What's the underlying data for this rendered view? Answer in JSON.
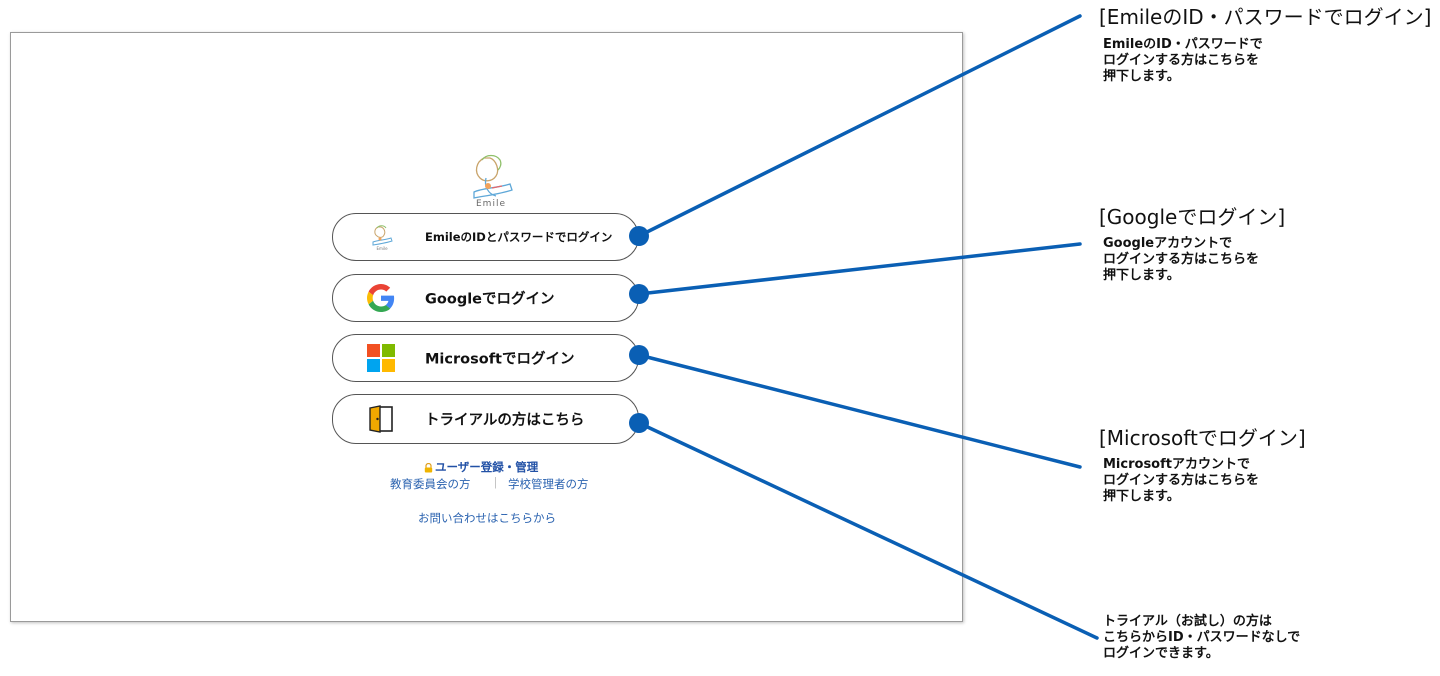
{
  "login_page": {
    "logo_text": "Emile",
    "buttons": {
      "emile_label": "EmileのIDとパスワードでログイン",
      "google_label": "Googleでログイン",
      "microsoft_label": "Microsoftでログイン",
      "trial_label": "トライアルの方はこちら"
    },
    "links": {
      "user_registration": "ユーザー登録・管理",
      "board_of_education": "教育委員会の方",
      "separator": "｜",
      "school_admin": "学校管理者の方",
      "contact": "お問い合わせはこちらから"
    }
  },
  "annotations": {
    "emile": {
      "title": "[EmileのID・パスワードでログイン]",
      "desc": "EmileのID・パスワードで\nログインする方はこちらを\n押下します。"
    },
    "google": {
      "title": "[Googleでログイン]",
      "desc": "Googleアカウントで\nログインする方はこちらを\n押下します。"
    },
    "microsoft": {
      "title": "[Microsoftでログイン]",
      "desc": "Microsoftアカウントで\nログインする方はこちらを\n押下します。"
    },
    "trial": {
      "desc": "トライアル（お試し）の方は\nこちらからID・パスワードなしで\nログインできます。"
    }
  },
  "colors": {
    "callout": "#0a5fb4",
    "link": "#2b63b0",
    "google_blue": "#4285F4",
    "google_red": "#EA4335",
    "google_yellow": "#FBBC05",
    "google_green": "#34A853",
    "ms_red": "#F25022",
    "ms_green": "#7FBA00",
    "ms_blue": "#00A4EF",
    "ms_yellow": "#FFB900",
    "door": "#F0A800"
  },
  "icons": [
    "emile-logo",
    "google-icon",
    "microsoft-icon",
    "door-icon",
    "lock-icon"
  ]
}
